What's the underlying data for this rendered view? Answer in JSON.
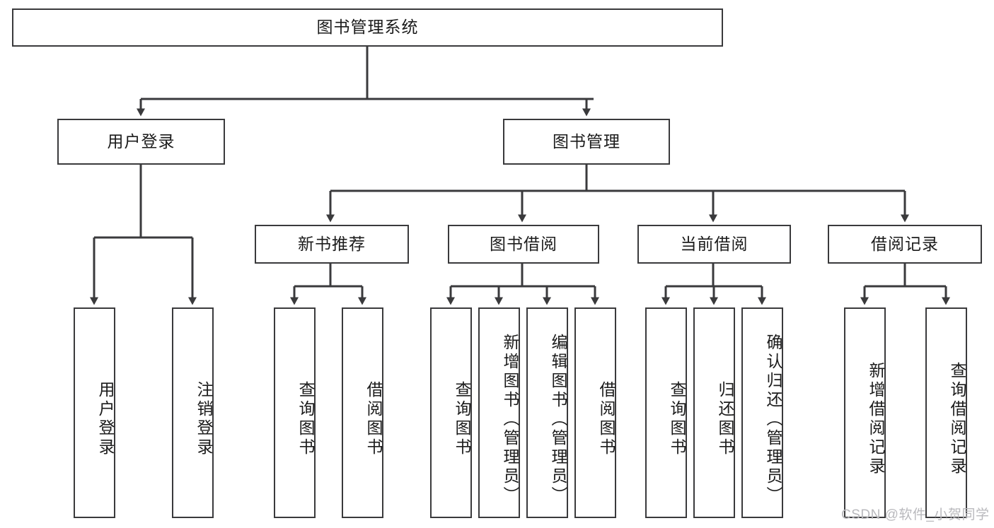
{
  "diagram": {
    "title": "图书管理系统",
    "watermark": "CSDN @软件_小贺同学",
    "stroke_color": "#3a3a3c",
    "text_color": "#1b1b1b",
    "background": "#ffffff",
    "nodes": {
      "root": "图书管理系统",
      "user_login": "用户登录",
      "book_manage": "图书管理",
      "new_book_rec": "新书推荐",
      "book_borrow": "图书借阅",
      "current_borrow": "当前借阅",
      "borrow_record": "借阅记录",
      "leaf_user_login": "用户登录",
      "leaf_logout": "注销登录",
      "leaf_query_book_1": "查询图书",
      "leaf_borrow_book_1": "借阅图书",
      "leaf_query_book_2": "查询图书",
      "leaf_add_book": "新增图书（管理员）",
      "leaf_edit_book": "编辑图书（管理员）",
      "leaf_borrow_book_2": "借阅图书",
      "leaf_query_book_3": "查询图书",
      "leaf_return_book": "归还图书",
      "leaf_confirm_return": "确认归还（管理员）",
      "leaf_add_record": "新增借阅记录",
      "leaf_query_record": "查询借阅记录"
    }
  }
}
